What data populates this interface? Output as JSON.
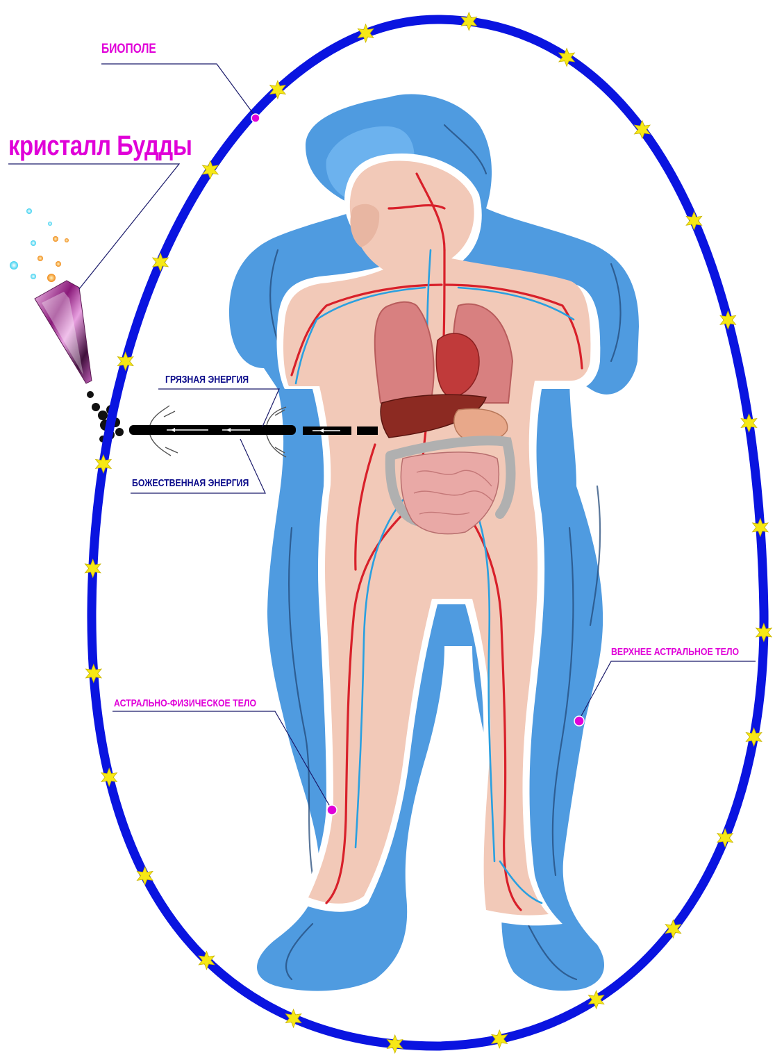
{
  "labels": {
    "biopole": "БИОПОЛЕ",
    "buddha_crystal": "кристалл Будды",
    "dirty_energy": "ГРЯЗНАЯ ЭНЕРГИЯ",
    "divine_energy": "БОЖЕСТВЕННАЯ ЭНЕРГИЯ",
    "upper_astral_body": "ВЕРХНЕЕ АСТРАЛЬНОЕ ТЕЛО",
    "astral_physical_body": "АСТРАЛЬНО-ФИЗИЧЕСКОЕ ТЕЛО"
  },
  "colors": {
    "aura_ring": "#0a14e0",
    "star": "#f6e816",
    "label_pink": "#e000d8",
    "label_navy": "#0b0b8a",
    "astral_body": "#4f9be0",
    "physical_body": "#f2c9b8",
    "artery": "#d8202a",
    "vein": "#2aa0e0",
    "pointer_dot": "#e000d8"
  },
  "icons": {
    "crystal": "crystal-icon",
    "star": "star-icon"
  }
}
